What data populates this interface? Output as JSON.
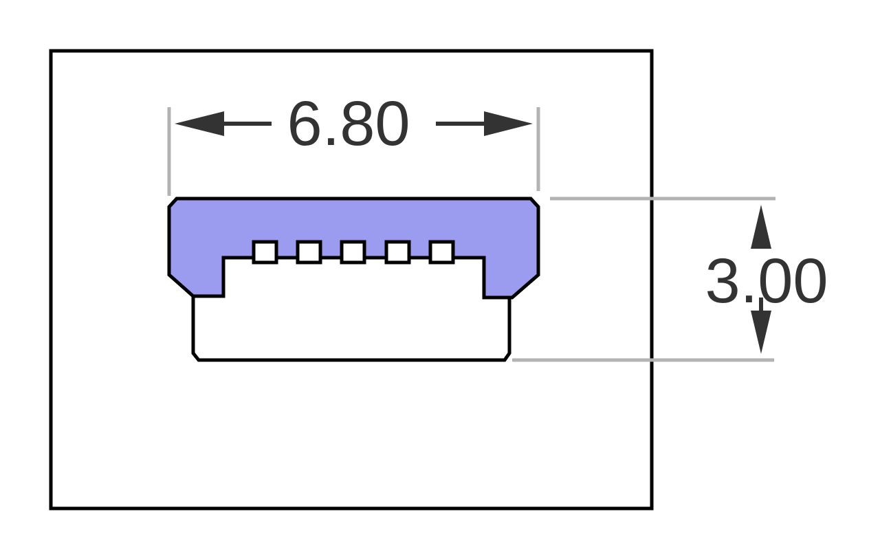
{
  "diagram": {
    "width_label": "6.80",
    "height_label": "3.00",
    "colors": {
      "connector_shell": "#9b9bef",
      "outline": "#000000",
      "dimension_text": "#333333",
      "extension_lines": "#b3b3b3",
      "background": "#ffffff"
    },
    "pin_count": 5
  }
}
